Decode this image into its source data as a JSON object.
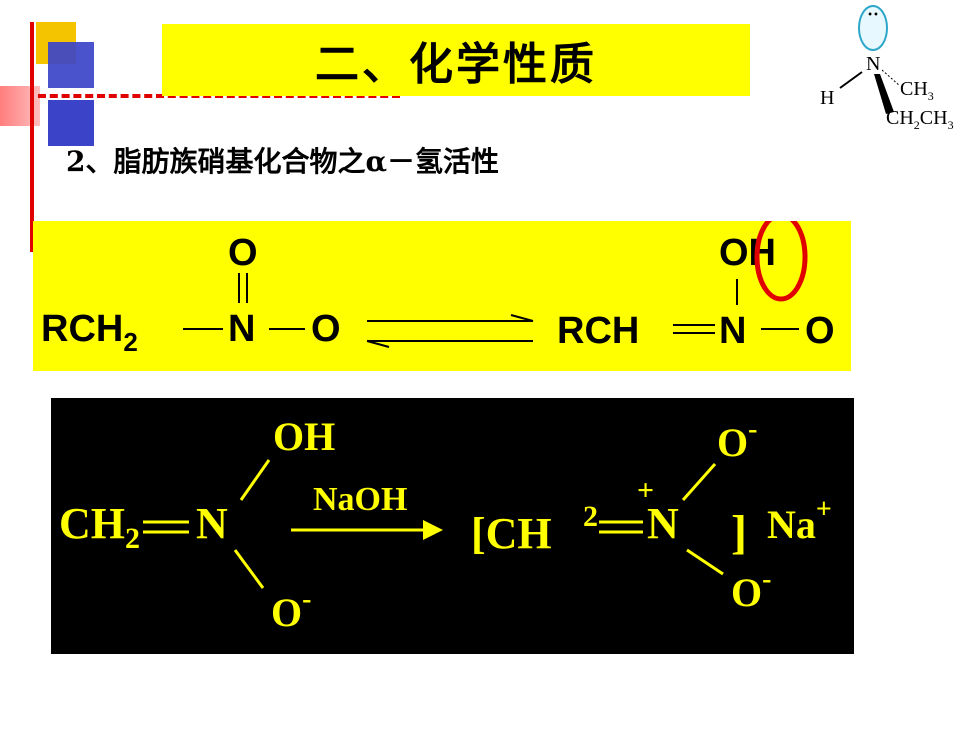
{
  "title": "二、化学性质",
  "subtitle": "2、脂肪族硝基化合物之α－氢活性",
  "amine": {
    "n": "N",
    "h": "H",
    "ch3": "CH",
    "ch3_sub": "3",
    "ch2ch3_a": "CH",
    "ch2ch3_sub1": "2",
    "ch2ch3_b": "CH",
    "ch2ch3_sub2": "3",
    "lone_pair": "••"
  },
  "reaction1": {
    "left_top_o": "O",
    "left_rch": "RCH",
    "left_rch_sub": "2",
    "left_n": "N",
    "left_o": "O",
    "right_top_oh": "OH",
    "right_rch": "RCH",
    "right_n": "N",
    "right_o": "O"
  },
  "reaction2": {
    "ch2": "CH",
    "ch2_sub": "2",
    "n": "N",
    "oh": "OH",
    "o_minus": "O",
    "minus": "-",
    "reagent": "NaOH",
    "bracket_open": "[CH",
    "sub2": "2",
    "plus": "+",
    "n2": "N",
    "o_top": "O",
    "o_bottom": "O",
    "bracket_close": "]",
    "na": "Na",
    "na_plus": "+"
  },
  "colors": {
    "title_bg": "#ffff00",
    "accent_red": "#e10000",
    "panel_black": "#000000",
    "text_yellow": "#ffff00",
    "amine_blue": "#2ea7c8"
  }
}
